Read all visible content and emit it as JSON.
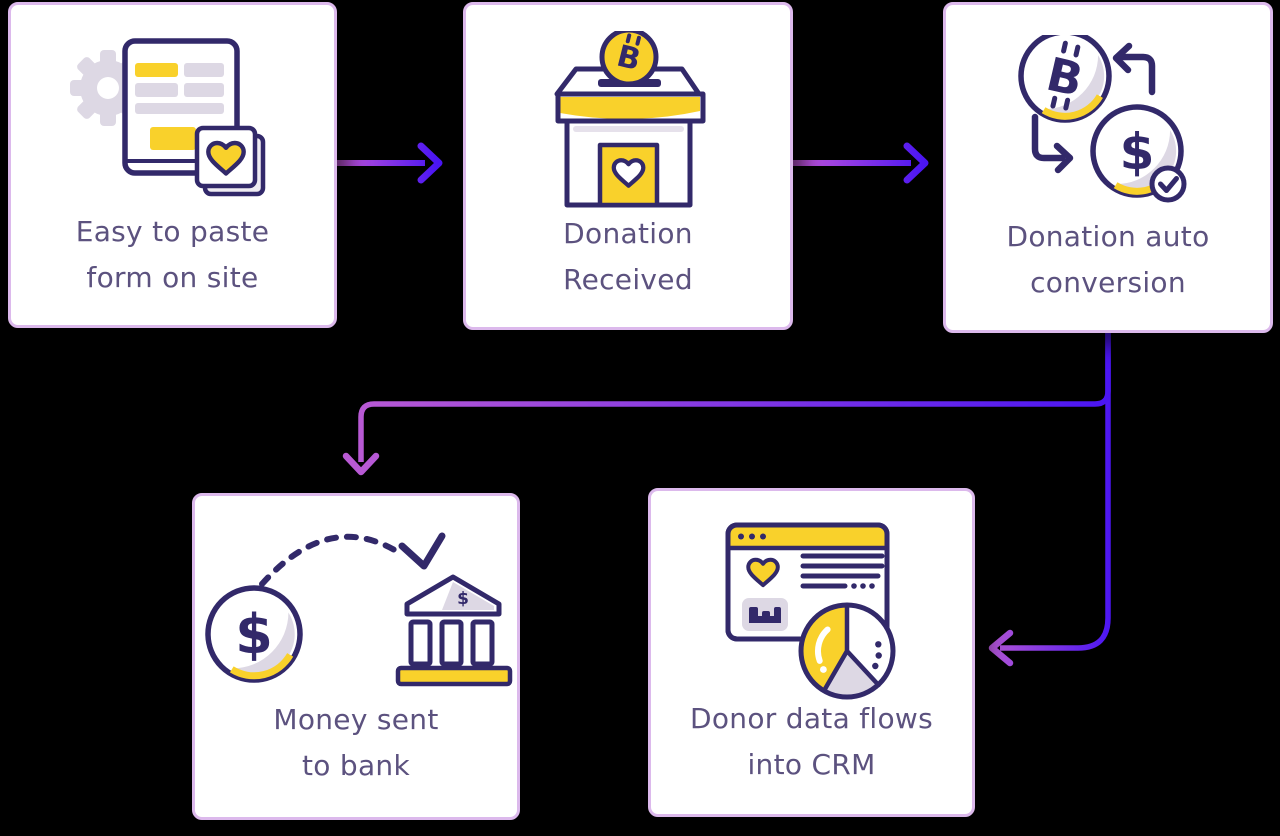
{
  "diagram": {
    "steps": [
      {
        "id": "form",
        "icon": "form-on-site-icon",
        "label_line1": "Easy to paste",
        "label_line2": "form on site"
      },
      {
        "id": "received",
        "icon": "donation-box-icon",
        "label_line1": "Donation",
        "label_line2": "Received"
      },
      {
        "id": "conversion",
        "icon": "crypto-conversion-icon",
        "label_line1": "Donation auto",
        "label_line2": "conversion"
      },
      {
        "id": "bank",
        "icon": "money-to-bank-icon",
        "label_line1": "Money sent",
        "label_line2": "to bank"
      },
      {
        "id": "crm",
        "icon": "crm-data-icon",
        "label_line1": "Donor data flows",
        "label_line2": "into CRM"
      }
    ],
    "connections": [
      {
        "from": "form",
        "to": "received",
        "style": "straight-right-arrow"
      },
      {
        "from": "received",
        "to": "conversion",
        "style": "straight-right-arrow"
      },
      {
        "from": "conversion",
        "to": "bank",
        "style": "elbow-down-left-down-arrow"
      },
      {
        "from": "conversion",
        "to": "crm",
        "style": "elbow-down-left-arrow"
      }
    ],
    "colors": {
      "background": "#000000",
      "card_fill": "#ffffff",
      "card_border": "#dcb9ec",
      "label_text": "#5c527f",
      "icon_outline_navy": "#32296a",
      "icon_yellow": "#f9d12b",
      "icon_gray": "#ddd8e4",
      "arrow_gradient_start": "#c455d8",
      "arrow_gradient_end": "#4a15f3"
    }
  }
}
